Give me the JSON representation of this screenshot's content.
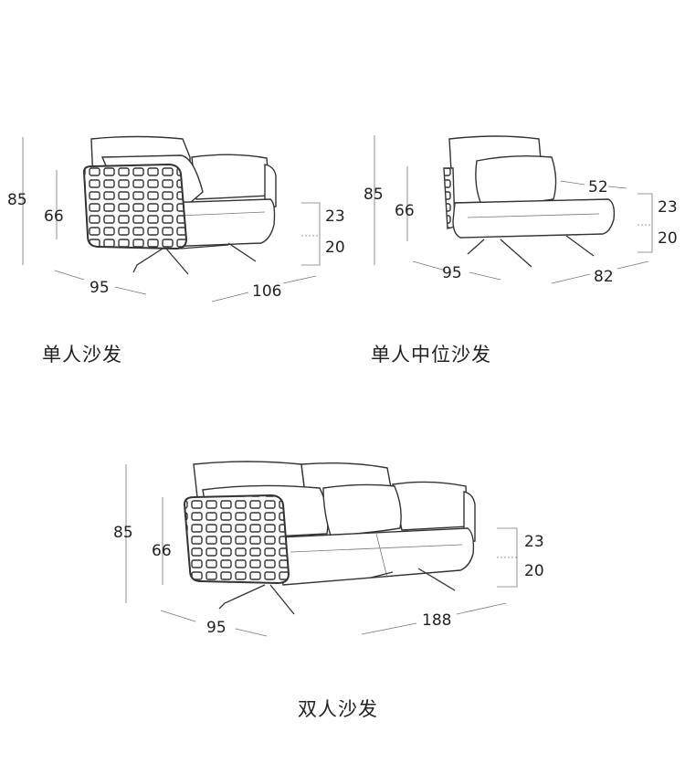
{
  "products": [
    {
      "title": "单人沙发",
      "dims": {
        "total_height": "85",
        "arm_height": "66",
        "depth": "95",
        "width": "106",
        "cushion_top": "23",
        "seat_height": "20"
      }
    },
    {
      "title": "单人中位沙发",
      "dims": {
        "total_height": "85",
        "arm_height": "66",
        "back_depth": "52",
        "depth": "95",
        "width": "82",
        "cushion_top": "23",
        "seat_height": "20"
      }
    },
    {
      "title": "双人沙发",
      "dims": {
        "total_height": "85",
        "arm_height": "66",
        "depth": "95",
        "width": "188",
        "cushion_top": "23",
        "seat_height": "20"
      }
    }
  ]
}
